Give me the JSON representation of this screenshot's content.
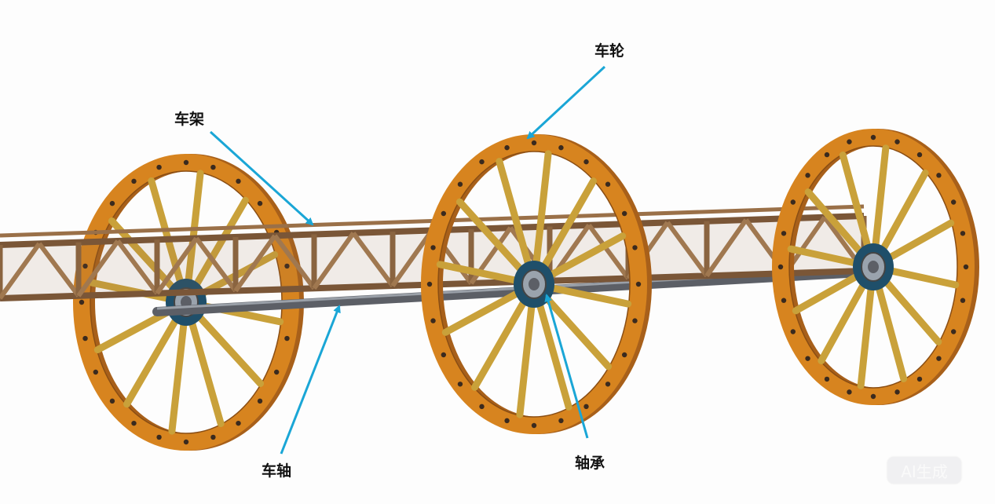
{
  "labels": {
    "wheel": "车轮",
    "frame": "车架",
    "axle": "车轴",
    "bearing": "轴承"
  },
  "watermark": "AI生成",
  "colors": {
    "arrow": "#1aa6d6",
    "rim": "#d7841f",
    "spoke": "#c9a13a",
    "frame": "#7a5637",
    "hub": "#1f4f6a",
    "axle": "#5c5f66"
  }
}
